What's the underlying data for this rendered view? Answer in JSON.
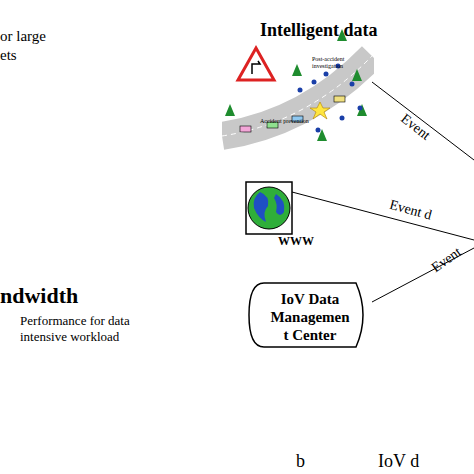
{
  "diagram": {
    "nodes": [
      {
        "text": [
          "Intelligent data",
          "Post-accident investigation",
          "Accident prevention"
        ]
      },
      {
        "text": [
          "WWW"
        ]
      },
      {
        "text": [
          "IoV Data Managemen t Center"
        ]
      }
    ],
    "labels": [
      "or large",
      "ets",
      "ndwidth",
      "Performance for data intensive workload",
      "Event",
      "Event d",
      "Event",
      "b",
      "IoV d"
    ]
  }
}
